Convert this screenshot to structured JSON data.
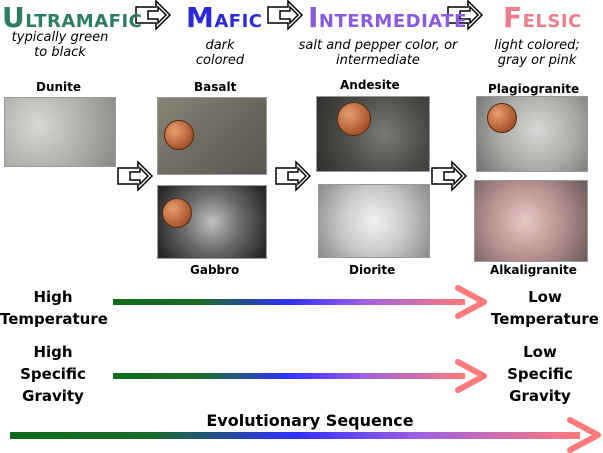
{
  "categories": [
    {
      "id": "ultramafic",
      "cap": "U",
      "rest": "LTRAMAFIC",
      "color": "#2e7d62",
      "desc": "typically green to black"
    },
    {
      "id": "mafic",
      "cap": "M",
      "rest": "AFIC",
      "color": "#2a2ad8",
      "desc": "dark colored"
    },
    {
      "id": "intermediate",
      "cap": "I",
      "rest": "NTERMEDIATE",
      "color": "#8a5ae0",
      "desc": "salt and pepper color, or intermediate"
    },
    {
      "id": "felsic",
      "cap": "F",
      "rest": "ELSIC",
      "color": "#ee7c8c",
      "desc": "light colored; gray or pink"
    }
  ],
  "rocks": {
    "dunite": "Dunite",
    "basalt": "Basalt",
    "gabbro": "Gabbro",
    "andesite": "Andesite",
    "diorite": "Diorite",
    "plagiogranite": "Plagiogranite",
    "alkaligranite": "Alkaligranite"
  },
  "scales": {
    "temperature": {
      "left": "High Temperature",
      "right": "Low Temperature"
    },
    "gravity": {
      "left": "High Specific Gravity",
      "right": "Low Specific Gravity"
    },
    "sequence": "Evolutionary Sequence"
  },
  "colors": {
    "green": "#0f6b1a",
    "blue": "#3030ff",
    "violet": "#a060e0",
    "pink": "#ff7a7a"
  }
}
